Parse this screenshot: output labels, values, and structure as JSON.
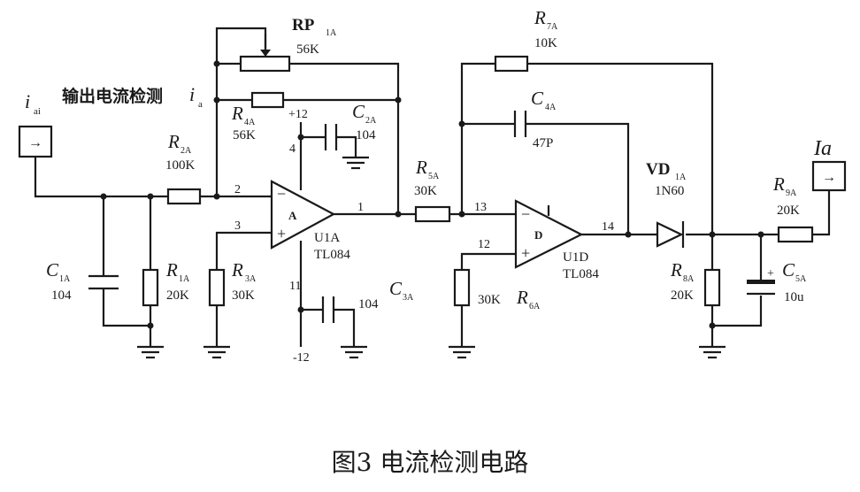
{
  "caption": "图3   电流检测电路",
  "labels": {
    "input_signal": "i",
    "input_signal_sub": "ai",
    "output_current_detect": "输出电流检测",
    "feedback_signal": "i",
    "feedback_signal_sub": "a",
    "output_signal": "Ia",
    "vpos": "+12",
    "vneg": "-12"
  },
  "pins": {
    "p1": "1",
    "p2": "2",
    "p3": "3",
    "p4": "4",
    "p11": "11",
    "p12": "12",
    "p13": "13",
    "p14": "14"
  },
  "components": {
    "r1": {
      "symbol": "R",
      "sub": "1A",
      "value": "20K"
    },
    "r2": {
      "symbol": "R",
      "sub": "2A",
      "value": "100K"
    },
    "r3": {
      "symbol": "R",
      "sub": "3A",
      "value": "30K"
    },
    "r4": {
      "symbol": "R",
      "sub": "4A",
      "value": "56K"
    },
    "r5": {
      "symbol": "R",
      "sub": "5A",
      "value": "30K"
    },
    "r6": {
      "symbol": "R",
      "sub": "6A",
      "value": "30K"
    },
    "r7": {
      "symbol": "R",
      "sub": "7A",
      "value": "10K"
    },
    "r8": {
      "symbol": "R",
      "sub": "8A",
      "value": "20K"
    },
    "r9": {
      "symbol": "R",
      "sub": "9A",
      "value": "20K"
    },
    "rp1": {
      "symbol": "RP",
      "sub": "1A",
      "value": "56K"
    },
    "c1": {
      "symbol": "C",
      "sub": "1A",
      "value": "104"
    },
    "c2": {
      "symbol": "C",
      "sub": "2A",
      "value": "104"
    },
    "c3": {
      "symbol": "C",
      "sub": "3A",
      "value": "104"
    },
    "c4": {
      "symbol": "C",
      "sub": "4A",
      "value": "47P"
    },
    "c5": {
      "symbol": "C",
      "sub": "5A",
      "value": "10u"
    },
    "vd1": {
      "symbol": "VD",
      "sub": "1A",
      "value": "1N60"
    },
    "opamp_a": {
      "letter": "A",
      "designator": "U1A",
      "part": "TL084"
    },
    "opamp_d": {
      "letter": "D",
      "designator": "U1D",
      "part": "TL084"
    }
  }
}
